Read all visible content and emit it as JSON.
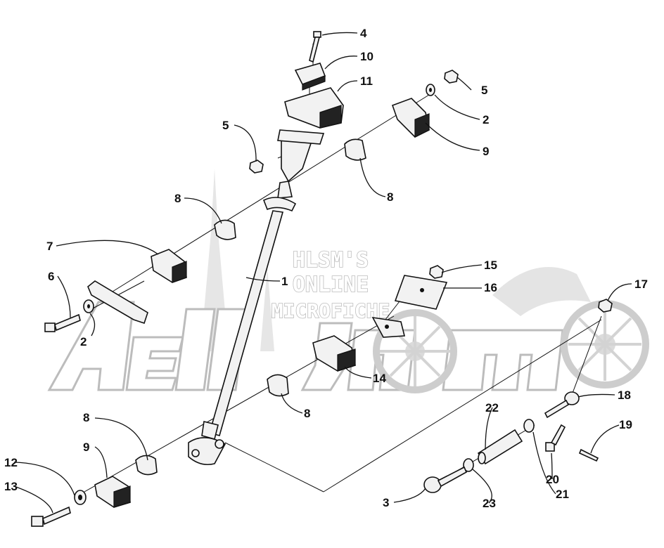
{
  "watermark": {
    "line1": "HLSM'S",
    "line2": "ONLINE",
    "line3": "MICROFICHE",
    "logo": "Arctic Cat"
  },
  "callouts": {
    "c4": "4",
    "c10": "10",
    "c11": "11",
    "c5a": "5",
    "c5b": "5",
    "c2a": "2",
    "c9a": "9",
    "c8a": "8",
    "c8b": "8",
    "c7": "7",
    "c6": "6",
    "c2b": "2",
    "c1": "1",
    "c15": "15",
    "c16": "16",
    "c17": "17",
    "c14": "14",
    "c8c": "8",
    "c8d": "8",
    "c9b": "9",
    "c12": "12",
    "c13": "13",
    "c18": "18",
    "c19": "19",
    "c22": "22",
    "c20": "20",
    "c21": "21",
    "c3": "3",
    "c23": "23"
  }
}
